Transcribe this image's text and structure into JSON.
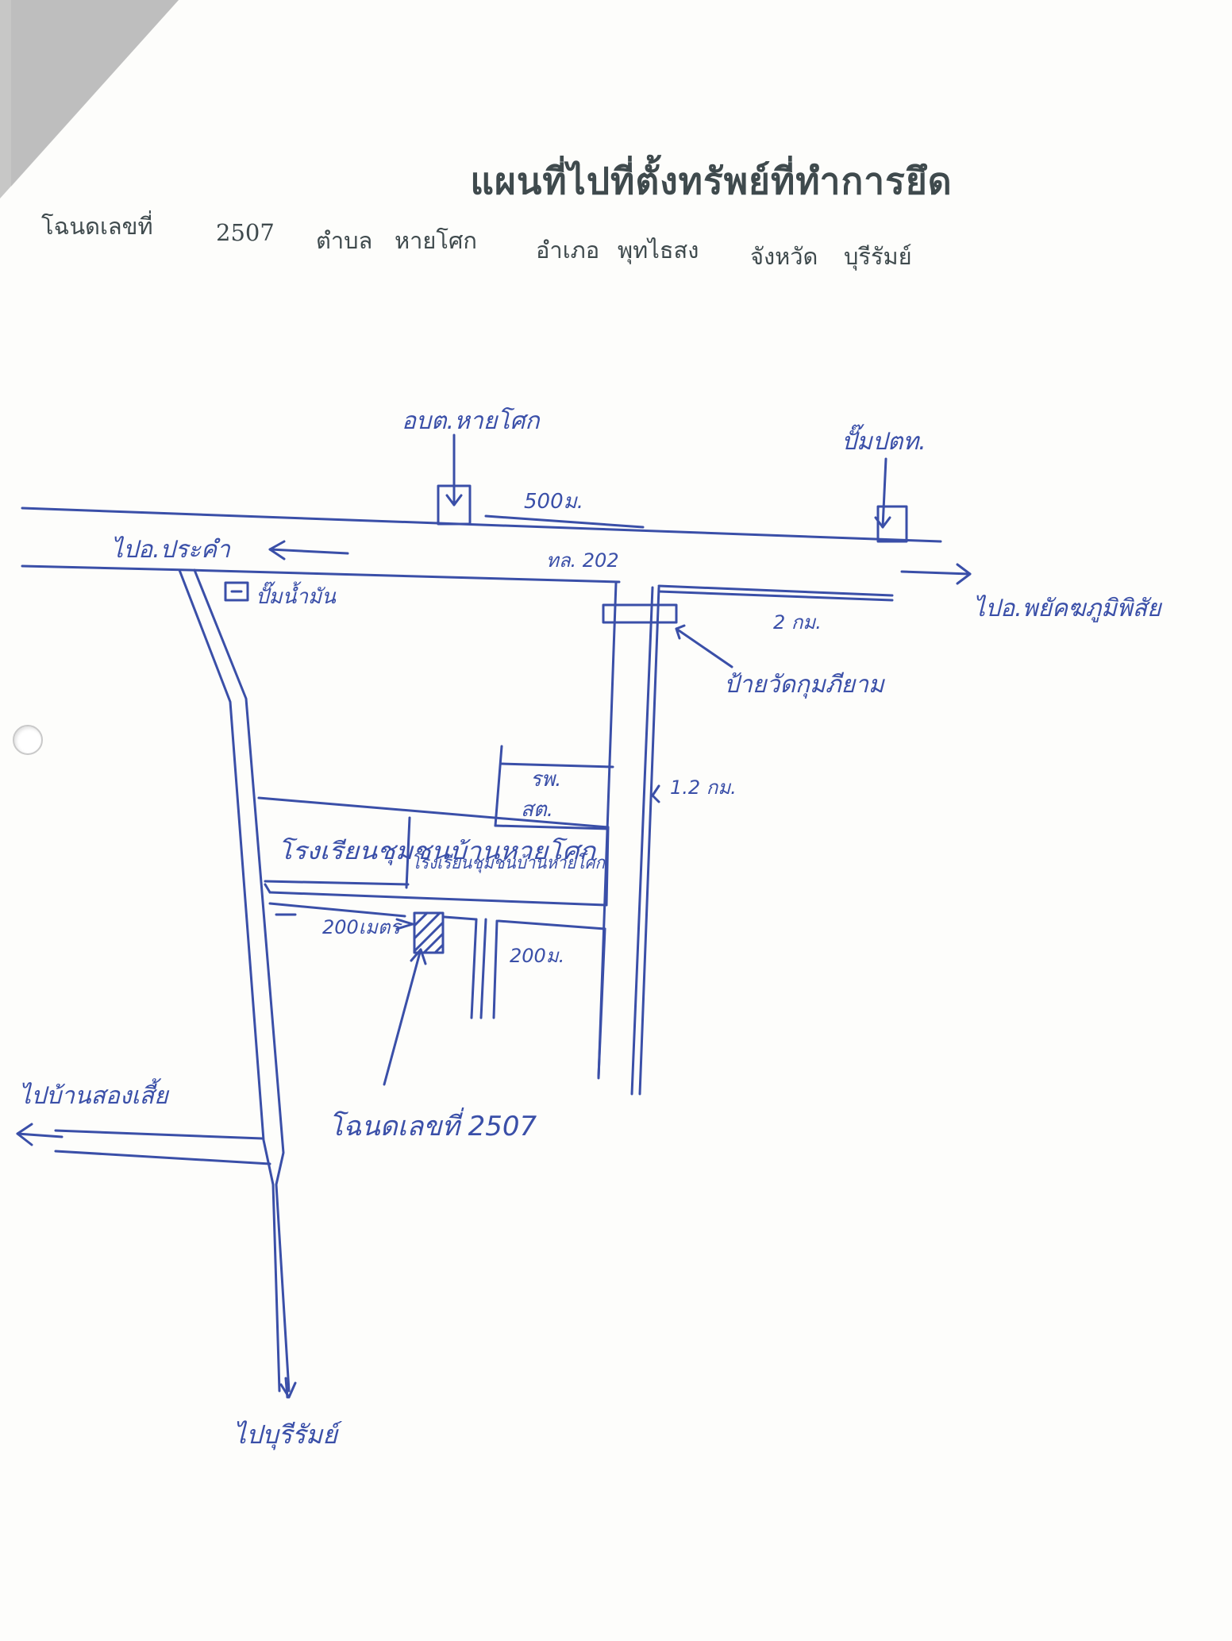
{
  "document": {
    "title": "แผนที่ไปที่ตั้งทรัพย์ที่ทำการยึด",
    "deed_label": "โฉนดเลขที่",
    "deed_number": "2507",
    "subdistrict_label": "ตำบล",
    "subdistrict": "หายโศก",
    "district_label": "อำเภอ",
    "district": "พุทไธสง",
    "province_label": "จังหวัด",
    "province": "บุรีรัมย์"
  },
  "map": {
    "ink_color": "#3a4fa8",
    "labels": {
      "sao": "อบต.หายโศก",
      "ptt_pump": "ปั๊มปตท.",
      "dist_500m": "500ม.",
      "highway": "ทล. 202",
      "to_prakhon": "ไปอ.ประคำ",
      "to_phayakkhaphum": "ไปอ.พยัคฆภูมิพิสัย",
      "small_pump": "ปั๊มน้ำมัน",
      "dist_2km": "2 กม.",
      "temple_sign": "ป้ายวัดกุมภียาม",
      "dist_1_2km": "1.2 กม.",
      "hospital_1": "รพ.",
      "hospital_2": "สต.",
      "school_left": "โรงเรียนชุมชนบ้านหายโศก",
      "school_right": "โรงเรียนชุมชนบ้านหายโศก",
      "dist_200m_left": "200เมตร",
      "dist_200m_right": "200ม.",
      "deed_marker": "โฉนดเลขที่ 2507",
      "to_plaeng": "ไปบ้านสองเสี้ย",
      "to_buriram": "ไปบุรีรัมย์"
    },
    "icons": {
      "sao_marker": "building-marker-icon",
      "pump_marker": "fuel-pump-marker-icon",
      "small_pump": "fuel-pump-icon",
      "deed_plot": "hatched-plot-icon",
      "hole": "punch-hole-icon"
    }
  }
}
